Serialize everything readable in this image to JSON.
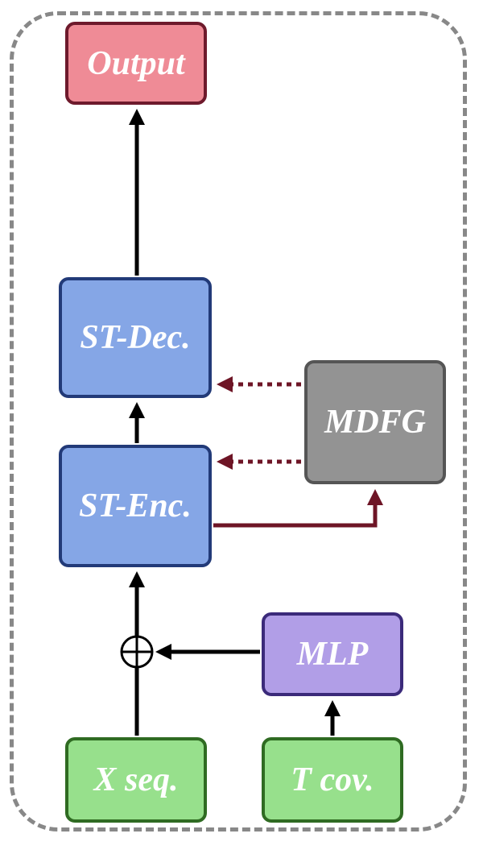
{
  "diagram": {
    "colors": {
      "frame": "#888888",
      "output_fill": "#ef8b96",
      "output_border": "#6e1a2c",
      "st_fill": "#85a6e6",
      "st_border": "#223a78",
      "mdfg_fill": "#939393",
      "mdfg_border": "#555555",
      "mlp_fill": "#b19ee7",
      "mlp_border": "#3b2a7a",
      "input_fill": "#97e08c",
      "input_border": "#2f6b22",
      "arrow": "#000000",
      "graph_arrow": "#6e1526"
    },
    "nodes": {
      "output": "Output",
      "st_dec": "ST-Dec.",
      "st_enc": "ST-Enc.",
      "mdfg": "MDFG",
      "mlp": "MLP",
      "x_seq": "X seq.",
      "t_cov": "T cov."
    },
    "sum_symbol": "⊕"
  }
}
